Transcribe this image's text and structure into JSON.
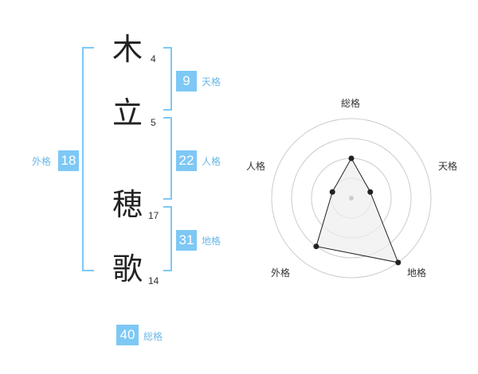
{
  "name": {
    "characters": [
      {
        "char": "木",
        "strokes": "4"
      },
      {
        "char": "立",
        "strokes": "5"
      },
      {
        "char": "穂",
        "strokes": "17"
      },
      {
        "char": "歌",
        "strokes": "14"
      }
    ]
  },
  "fortunes": {
    "tenkaku": {
      "value": "9",
      "label": "天格"
    },
    "jinkaku": {
      "value": "22",
      "label": "人格"
    },
    "chikaku": {
      "value": "31",
      "label": "地格"
    },
    "gaikaku": {
      "value": "18",
      "label": "外格"
    },
    "soukaku": {
      "value": "40",
      "label": "総格"
    }
  },
  "colors": {
    "accent": "#7dc8f5",
    "label_text": "#6ab8e8",
    "bracket": "#7dc8f5",
    "radar_grid": "#cccccc",
    "radar_line": "#222222",
    "radar_fill": "#eeeeee"
  },
  "chart_data": {
    "type": "radar",
    "axes": [
      "総格",
      "天格",
      "地格",
      "外格",
      "人格"
    ],
    "rings": 4,
    "values": [
      2,
      1,
      4,
      3,
      1
    ],
    "max": 4
  }
}
